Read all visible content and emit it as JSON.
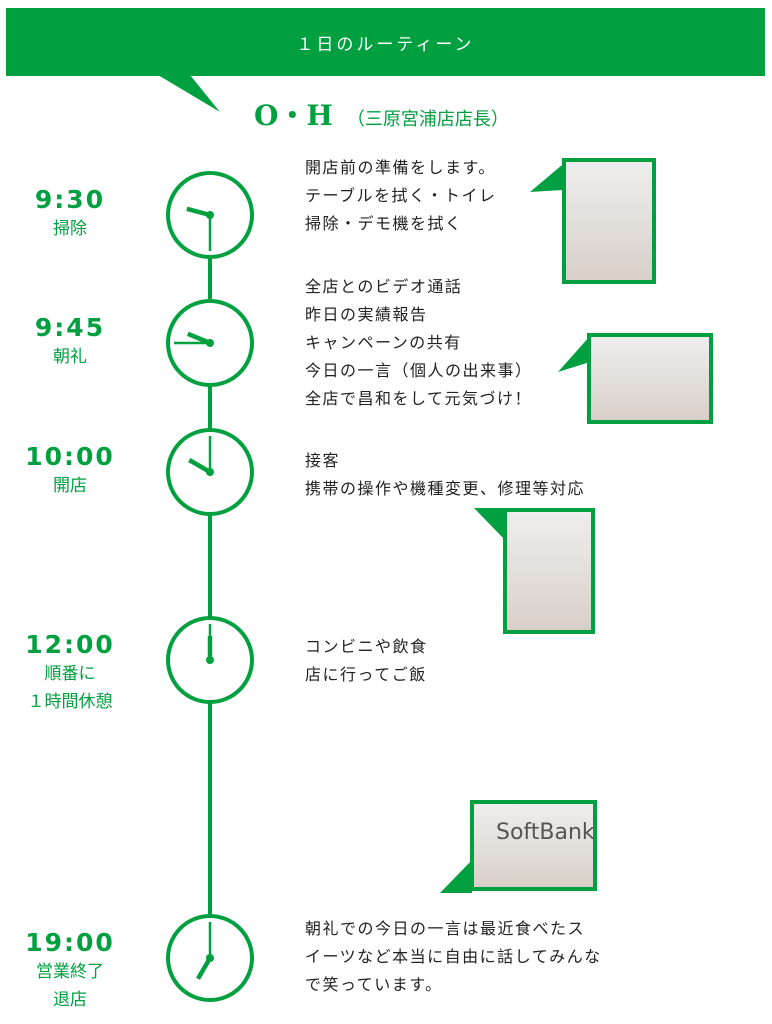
{
  "header": {
    "title": "１日のルーティーン"
  },
  "person": {
    "initials": "O・H",
    "role": "（三原宮浦店店長）"
  },
  "colors": {
    "accent": "#00a040"
  },
  "schedule": [
    {
      "time": "9:30",
      "label": [
        "掃除"
      ],
      "hour": 9,
      "minute": 30,
      "desc": [
        "開店前の準備をします。",
        "テーブルを拭く・トイレ",
        "掃除・デモ機を拭く"
      ]
    },
    {
      "time": "9:45",
      "label": [
        "朝礼"
      ],
      "hour": 9,
      "minute": 45,
      "desc": [
        "全店とのビデオ通話",
        "昨日の実績報告",
        "キャンペーンの共有",
        "今日の一言（個人の出来事）",
        "全店で昌和をして元気づけ！"
      ]
    },
    {
      "time": "10:00",
      "label": [
        "開店"
      ],
      "hour": 10,
      "minute": 0,
      "desc": [
        "接客",
        "携帯の操作や機種変更、修理等対応"
      ]
    },
    {
      "time": "12:00",
      "label": [
        "順番に",
        "１時間休憩"
      ],
      "hour": 12,
      "minute": 0,
      "desc": [
        "コンビニや飲食",
        "店に行ってご飯"
      ]
    },
    {
      "time": "19:00",
      "label": [
        "営業終了",
        "退店"
      ],
      "hour": 19,
      "minute": 0,
      "desc": [
        "朝礼での今日の一言は最近食べたス",
        "イーツなど本当に自由に話してみんな",
        "で笑っています。"
      ]
    }
  ],
  "photos": {
    "logo_text": "SoftBank"
  }
}
